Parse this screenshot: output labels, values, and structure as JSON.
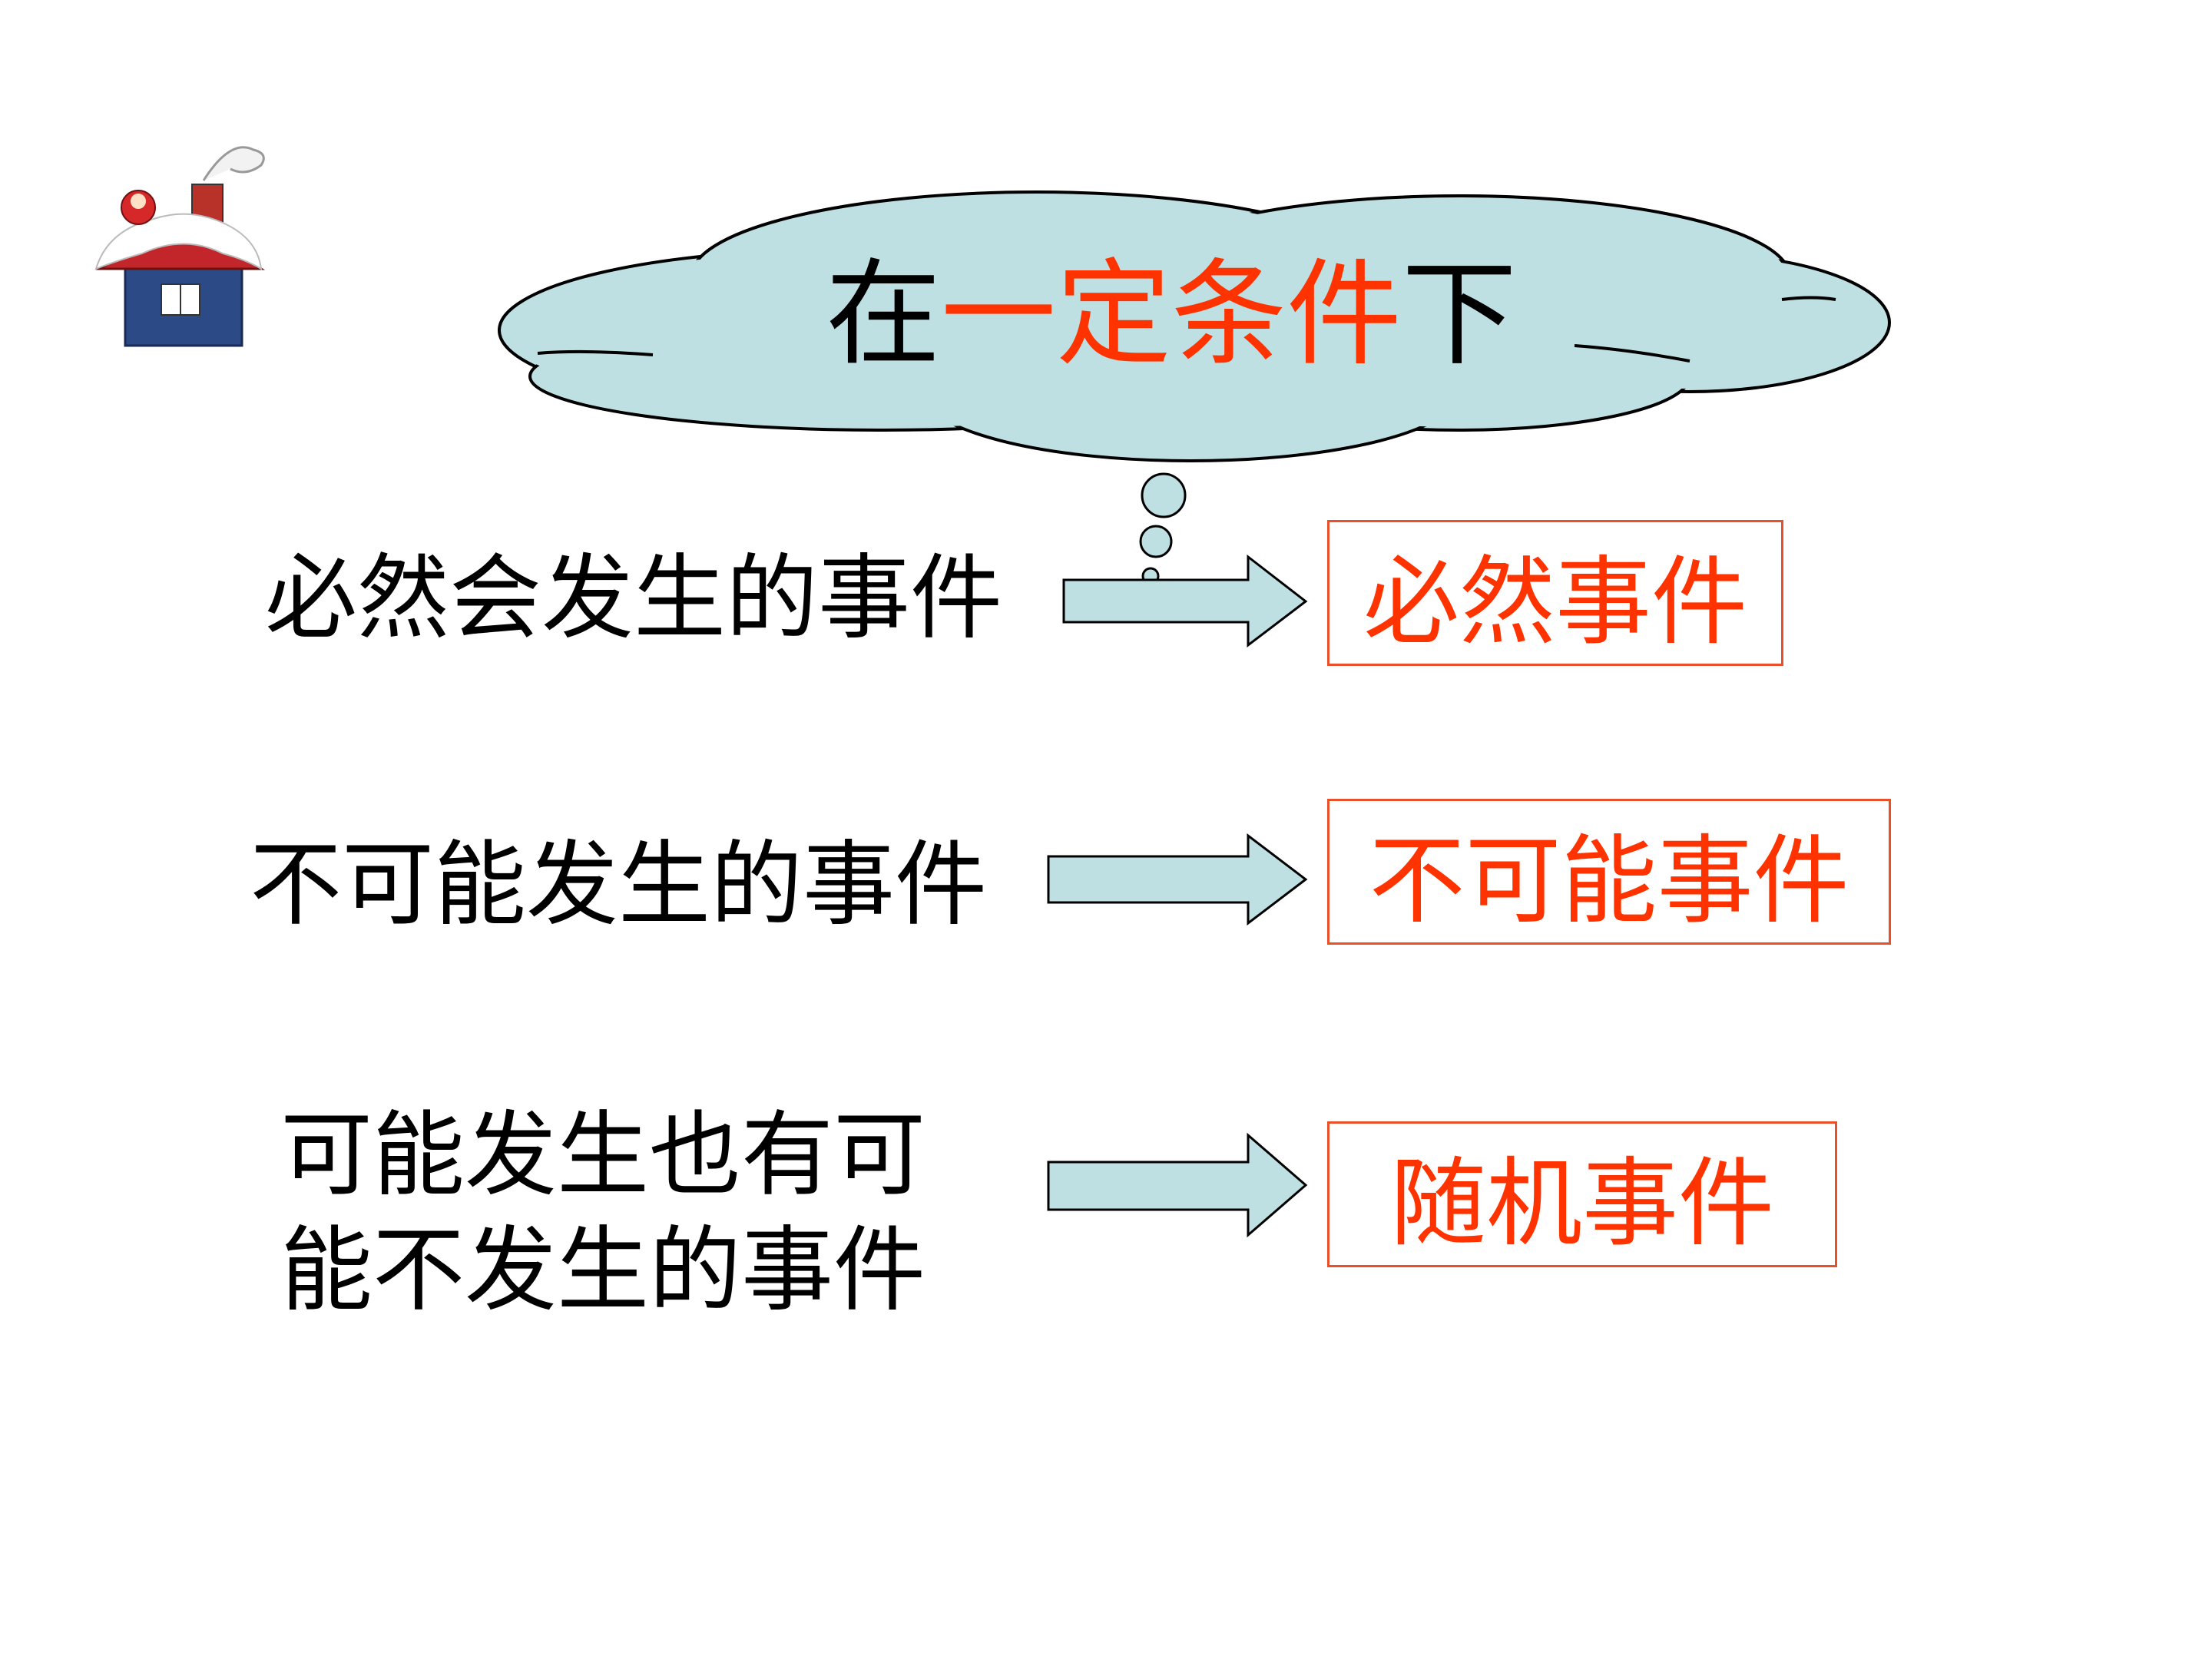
{
  "condition_cloud": {
    "prefix": "在",
    "highlight": "一定条件",
    "suffix": "下"
  },
  "rows": [
    {
      "description": "必然会发生的事件",
      "term": "必然事件"
    },
    {
      "description": "不可能发生的事件",
      "term": "不可能事件"
    },
    {
      "description_line1": "可能发生也有可",
      "description_line2": "能不发生的事件",
      "term": "随机事件"
    }
  ],
  "colors": {
    "highlight": "#ff3300",
    "box_border": "#e8502a",
    "cloud_fill": "#bfe0e3",
    "arrow_fill": "#bfe0e3"
  },
  "icons": [
    "snowy-house-icon",
    "thought-cloud",
    "arrow-right"
  ]
}
